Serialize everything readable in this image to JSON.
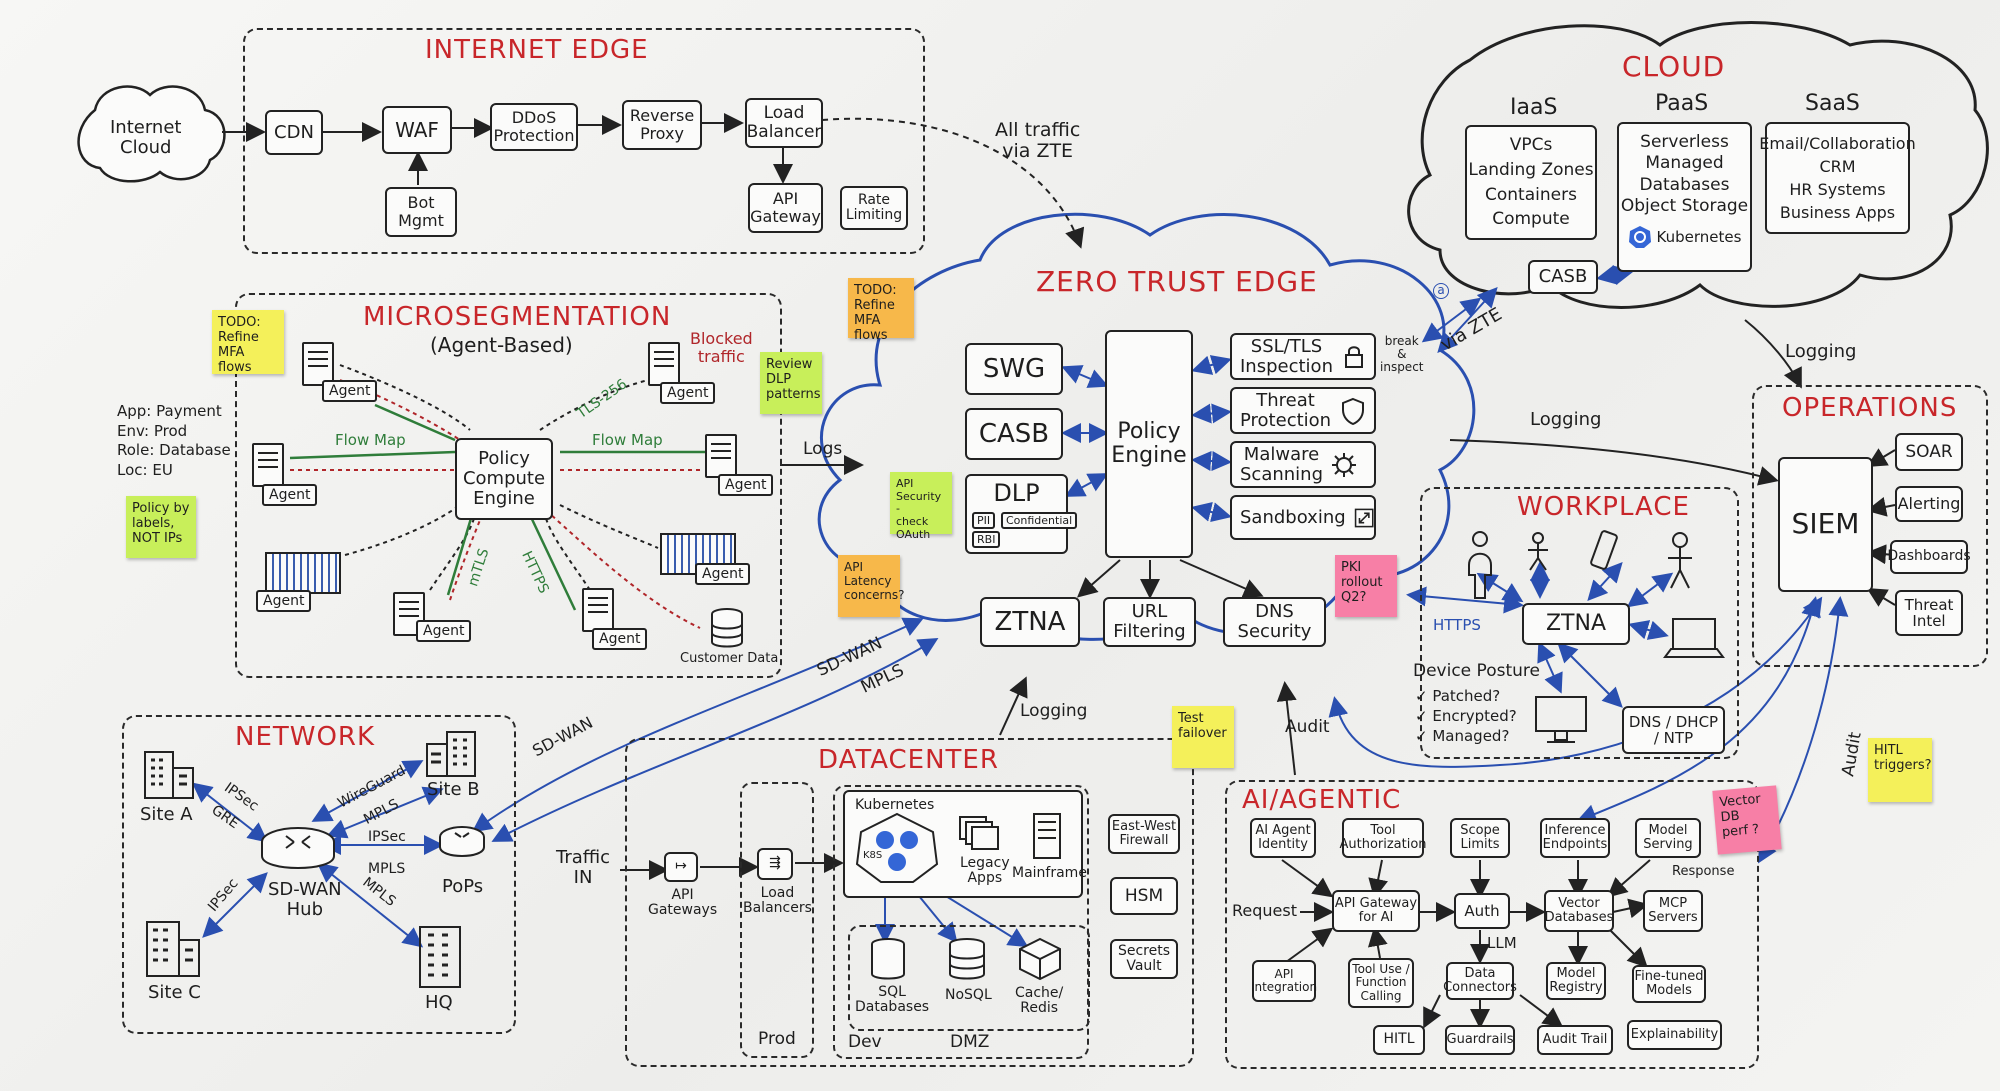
{
  "zones": {
    "internet_edge": "INTERNET EDGE",
    "microseg": "MICROSEGMENTATION",
    "microseg_sub": "(Agent-Based)",
    "network": "NETWORK",
    "datacenter": "DATACENTER",
    "zte": "ZERO TRUST EDGE",
    "cloud": "CLOUD",
    "operations": "OPERATIONS",
    "workplace": "WORKPLACE",
    "ai": "AI/AGENTIC"
  },
  "internet_edge": {
    "cloud": "Internet\nCloud",
    "cdn": "CDN",
    "waf": "WAF",
    "ddos": "DDoS\nProtection",
    "proxy": "Reverse\nProxy",
    "lb": "Load\nBalancer",
    "bot": "Bot\nMgmt",
    "api": "API\nGateway",
    "rate": "Rate\nLimiting",
    "all_traffic": "All traffic\nvia ZTE"
  },
  "microseg": {
    "engine": "Policy\nCompute\nEngine",
    "agent": "Agent",
    "flow_map": "Flow Map",
    "blocked": "Blocked\ntraffic",
    "tls": "TLS-256",
    "mtls": "mTLS",
    "https": "HTTPS",
    "customer_data": "Customer Data",
    "labels": "App: Payment\nEnv: Prod\nRole: Database\nLoc: EU",
    "logs": "Logs"
  },
  "zte": {
    "swg": "SWG",
    "casb": "CASB",
    "dlp": "DLP",
    "pii": "PII",
    "confidential": "Confidential",
    "rbi": "RBI",
    "policy": "Policy\nEngine",
    "ssl": "SSL/TLS\nInspection",
    "threat": "Threat\nProtection",
    "malware": "Malware\nScanning",
    "sandbox": "Sandboxing",
    "break": "break\n&\ninspect",
    "ztna": "ZTNA",
    "url": "URL\nFiltering",
    "dns": "DNS\nSecurity",
    "via_zte": "via ZTE",
    "logging_right": "Logging",
    "logging_bottom": "Logging",
    "audit": "Audit",
    "sdwan": "SD-WAN",
    "mpls": "MPLS"
  },
  "cloud": {
    "iaas": "IaaS",
    "paas": "PaaS",
    "saas": "SaaS",
    "iaas_items": "VPCs\nLanding Zones\nContainers\nCompute",
    "paas_items": "Serverless\nManaged\nDatabases\nObject Storage",
    "kubernetes": "Kubernetes",
    "saas_items": "Email/Collaboration\nCRM\nHR Systems\nBusiness Apps",
    "casb": "CASB",
    "logging": "Logging"
  },
  "operations": {
    "siem": "SIEM",
    "soar": "SOAR",
    "alerting": "Alerting",
    "dashboards": "Dashboards",
    "threat_intel": "Threat\nIntel",
    "audit": "Audit"
  },
  "workplace": {
    "ztna": "ZTNA",
    "https": "HTTPS",
    "posture": "Device Posture",
    "patched": "✓ Patched?",
    "encrypted": "✓ Encrypted?",
    "managed": "✓ Managed?",
    "dns": "DNS / DHCP\n/ NTP"
  },
  "network": {
    "site_a": "Site A",
    "site_b": "Site B",
    "site_c": "Site C",
    "hq": "HQ",
    "hub": "SD-WAN\nHub",
    "pops": "PoPs",
    "ipsec1": "IPSec",
    "gre": "GRE",
    "ipsec2": "IPSec",
    "ipsec3": "IPSec",
    "wireguard": "WireGuard",
    "mpls1": "MPLS",
    "mpls2": "MPLS",
    "mpls3": "MPLS",
    "sdwan": "SD-WAN"
  },
  "datacenter": {
    "traffic_in": "Traffic\nIN",
    "api_gw": "API\nGateways",
    "lbs": "Load\nBalancers",
    "k8s": "Kubernetes",
    "k8s_small": "K8S",
    "legacy": "Legacy\nApps",
    "mainframe": "Mainframe",
    "sql": "SQL\nDatabases",
    "nosql": "NoSQL",
    "cache": "Cache/\nRedis",
    "ewfw": "East-West\nFirewall",
    "hsm": "HSM",
    "vault": "Secrets\nVault",
    "prod": "Prod",
    "dev": "Dev",
    "dmz": "DMZ"
  },
  "ai": {
    "identity": "AI Agent\nIdentity",
    "tool_auth": "Tool\nAuthorization",
    "scope": "Scope\nLimits",
    "inference": "Inference\nEndpoints",
    "serving": "Model\nServing",
    "request": "Request",
    "gateway": "API Gateway\nfor AI",
    "auth": "Auth",
    "vector": "Vector\nDatabases",
    "mcp": "MCP\nServers",
    "response": "Response",
    "llm": "LLM",
    "api_int": "API\nIntegration",
    "tool_use": "Tool Use /\nFunction\nCalling",
    "connectors": "Data\nConnectors",
    "registry": "Model\nRegistry",
    "finetuned": "Fine-tuned\nModels",
    "hitl": "HITL",
    "guardrails": "Guardrails",
    "audit_trail": "Audit Trail",
    "explain": "Explainability"
  },
  "notes": {
    "n1": "TODO:\nRefine\nMFA flows",
    "n2": "TODO:\nRefine\nMFA flows",
    "n3": "Review\nDLP\npatterns",
    "n4": "Policy by\nlabels,\nNOT IPs",
    "n5": "API\nSecurity -\ncheck OAuth",
    "n6": "API\nLatency\nconcerns?",
    "n7": "PKI\nrollout\nQ2?",
    "n8": "Test\nfailover",
    "n9": "Vector DB\nperf ?",
    "n10": "HITL\ntriggers?"
  },
  "colors": {
    "title_red": "#c8262a",
    "link_blue": "#2a4fb0",
    "flow_green": "#2f7d3a",
    "blocked_red": "#b0262a"
  }
}
